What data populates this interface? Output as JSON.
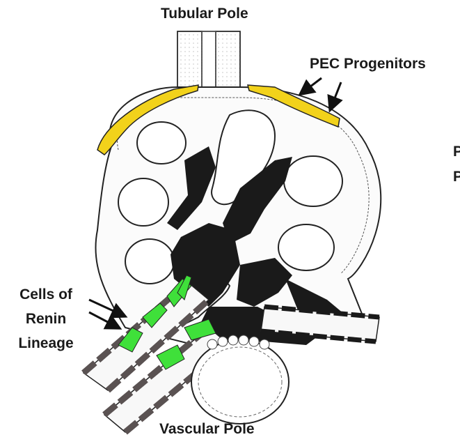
{
  "labels": {
    "tubular_pole": "Tubular Pole",
    "vascular_pole": "Vascular Pole",
    "pec_progenitors": "PEC Progenitors",
    "renin_line1": "Cells of",
    "renin_line2": "Renin",
    "renin_line3": "Lineage",
    "cut_line1": "P",
    "cut_line2": "P"
  },
  "colors": {
    "pec_highlight": "#f2d21b",
    "renin_highlight": "#3fe03a",
    "mesangium": "#1a1a1a",
    "outline": "#222222",
    "vessel_fill": "#5a5252"
  }
}
